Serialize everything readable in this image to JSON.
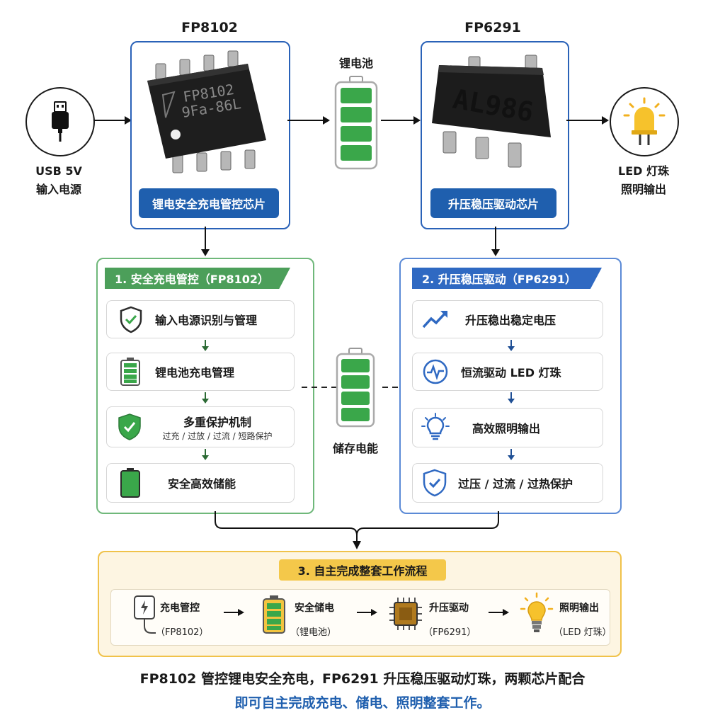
{
  "chips": {
    "left": {
      "title": "FP8102",
      "marking_1": "FP8102",
      "marking_2": "9Fa-86L",
      "label": "锂电安全充电管控芯片"
    },
    "right": {
      "title": "FP6291",
      "marking": "AL986",
      "label": "升压稳压驱动芯片"
    }
  },
  "io": {
    "input_label_1": "USB 5V",
    "input_label_2": "输入电源",
    "battery_label": "锂电池",
    "output_label_1": "LED 灯珠",
    "output_label_2": "照明输出"
  },
  "panel_left": {
    "title": "1. 安全充电管控（FP8102）",
    "items": [
      {
        "text": "输入电源识别与管理",
        "sub": ""
      },
      {
        "text": "锂电池充电管理",
        "sub": ""
      },
      {
        "text": "多重保护机制",
        "sub": "过充 / 过放 / 过流 / 短路保护"
      },
      {
        "text": "安全高效储能",
        "sub": ""
      }
    ]
  },
  "panel_right": {
    "title": "2. 升压稳压驱动（FP6291）",
    "items": [
      {
        "text": "升压稳出稳定电压"
      },
      {
        "text": "恒流驱动 LED 灯珠"
      },
      {
        "text": "高效照明输出"
      },
      {
        "text": "过压 / 过流 / 过热保护"
      }
    ]
  },
  "storage_label": "储存电能",
  "workflow": {
    "title": "3. 自主完成整套工作流程",
    "steps": [
      {
        "main": "充电管控",
        "sub": "（FP8102）"
      },
      {
        "main": "安全储电",
        "sub": "（锂电池）"
      },
      {
        "main": "升压驱动",
        "sub": "（FP6291）"
      },
      {
        "main": "照明输出",
        "sub": "（LED 灯珠）"
      }
    ]
  },
  "summary": {
    "line1": "FP8102 管控锂电安全充电，FP6291 升压稳压驱动灯珠，两颗芯片配合",
    "line2": "即可自主完成充电、储电、照明整套工作。"
  },
  "colors": {
    "chip_blue": "#1f5fae",
    "panel_green": "#4c9f5a",
    "panel_blue": "#2f69c2",
    "battery_green": "#3aa74a",
    "workflow_yellow": "#f4c84a"
  }
}
